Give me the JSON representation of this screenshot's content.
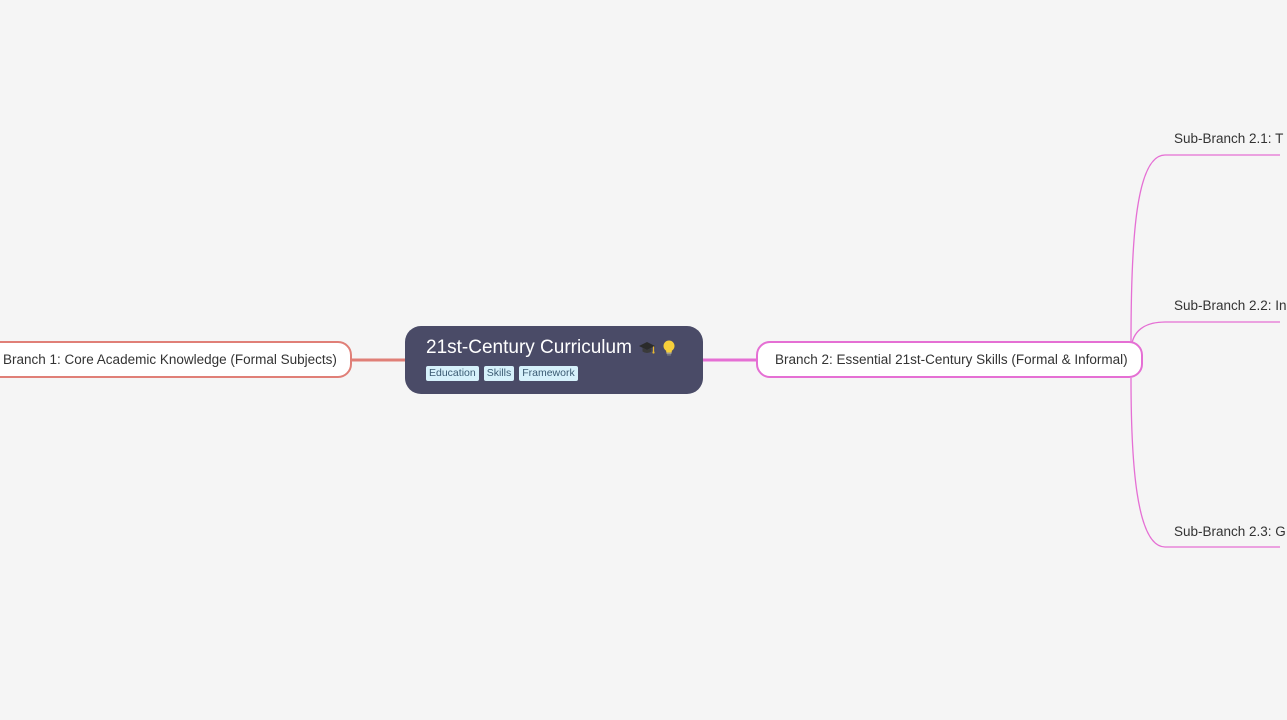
{
  "root": {
    "title": "21st-Century Curriculum",
    "icons": [
      "graduation-cap-icon",
      "light-bulb-icon"
    ],
    "tags": [
      "Education",
      "Skills",
      "Framework"
    ]
  },
  "branches": [
    {
      "label": "Branch 1: Core Academic Knowledge (Formal Subjects)",
      "color": "#e07f77"
    },
    {
      "label": "Branch 2: Essential 21st-Century Skills (Formal & Informal)",
      "color": "#e56fd4",
      "children": [
        {
          "label": "Sub-Branch 2.1: T"
        },
        {
          "label": "Sub-Branch 2.2: In"
        },
        {
          "label": "Sub-Branch 2.3: G"
        }
      ]
    }
  ],
  "colors": {
    "background": "#f5f5f5",
    "root_fill": "#4a4b67",
    "tag_fill": "#d6f1fb"
  }
}
